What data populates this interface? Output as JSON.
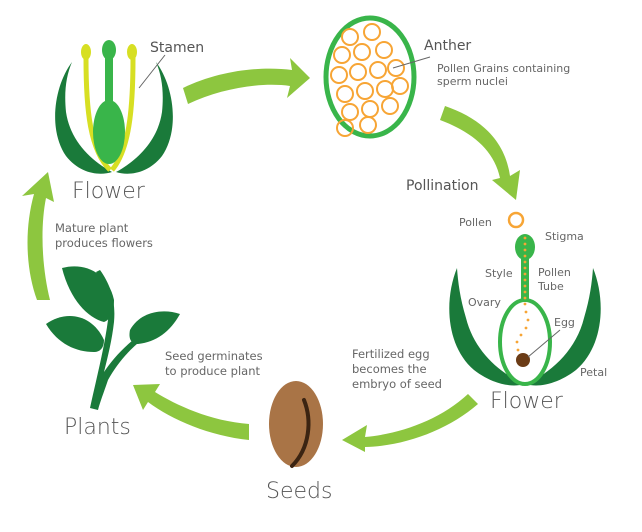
{
  "diagram": {
    "title": "Plant Life Cycle",
    "colors": {
      "arrow": "#8dc63f",
      "dark_green": "#1a7a3a",
      "mid_green": "#39b54a",
      "yellow_green": "#d7df23",
      "pollen": "#f7a535",
      "seed": "#a97446",
      "seed_line": "#3b2412",
      "egg": "#6b3c16",
      "text": "#555555"
    },
    "stages": {
      "flower_top": {
        "label": "Flower",
        "part_label": "Stamen"
      },
      "anther": {
        "label": "Anther",
        "description_line1": "Pollen Grains containing",
        "description_line2": "sperm nuclei"
      },
      "pollination": {
        "label": "Pollination"
      },
      "flower_right": {
        "label": "Flower",
        "parts": {
          "pollen": "Pollen",
          "stigma": "Stigma",
          "style": "Style",
          "pollen_tube_line1": "Pollen",
          "pollen_tube_line2": "Tube",
          "ovary": "Ovary",
          "egg": "Egg",
          "petal": "Petal"
        }
      },
      "fertilization": {
        "line1": "Fertilized egg",
        "line2": "becomes the",
        "line3": "embryo of seed"
      },
      "seeds": {
        "label": "Seeds"
      },
      "germination": {
        "line1": "Seed germinates",
        "line2": "to produce plant"
      },
      "plants": {
        "label": "Plants"
      },
      "maturation": {
        "line1": "Mature plant",
        "line2": "produces flowers"
      }
    },
    "icons": [
      "flower-icon",
      "anther-icon",
      "pistil-flower-icon",
      "seed-icon",
      "plant-sprout-icon",
      "cycle-arrow-icon"
    ]
  }
}
